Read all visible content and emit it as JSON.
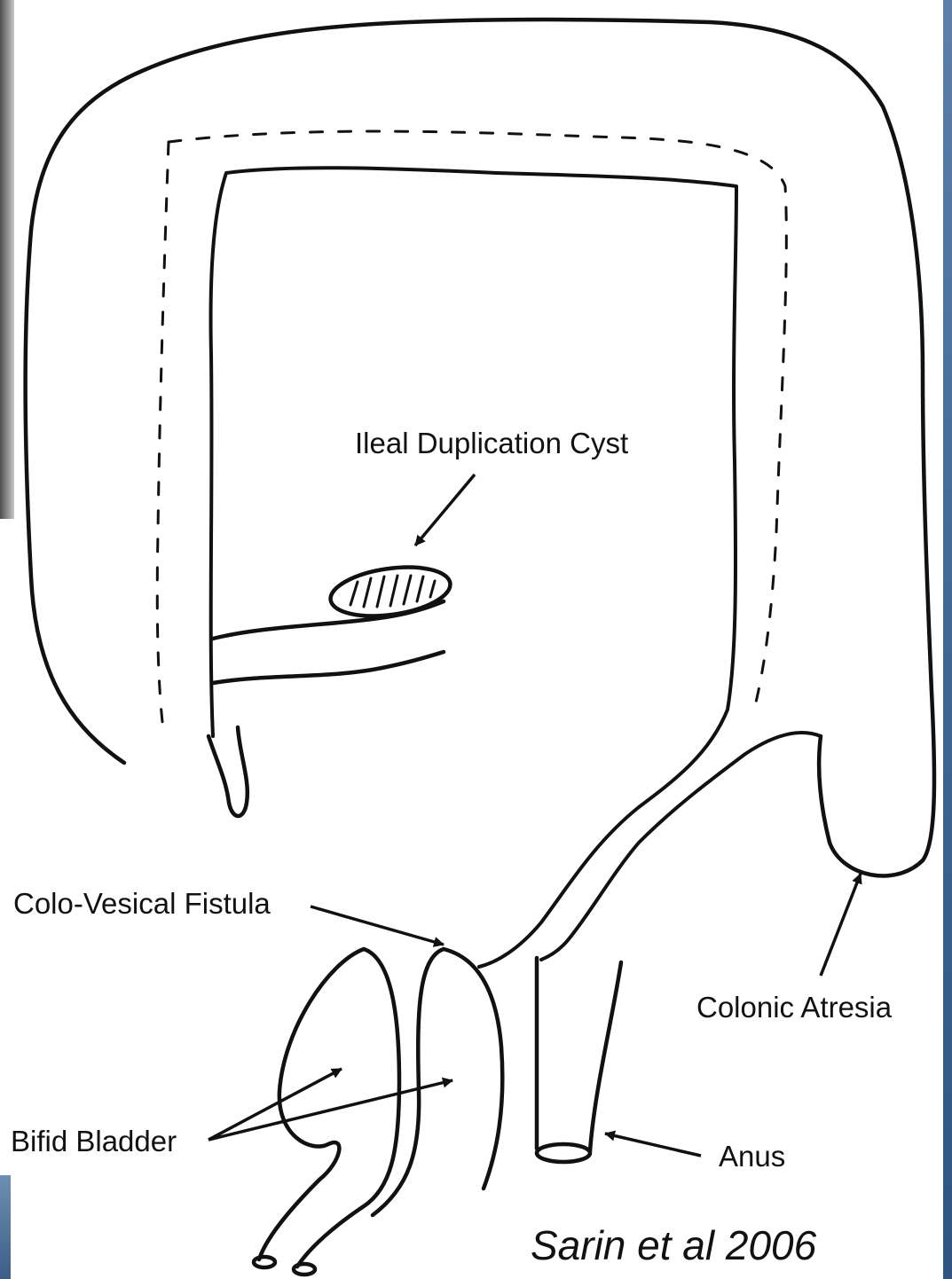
{
  "diagram": {
    "labels": {
      "ileal_duplication_cyst": "Ileal Duplication Cyst",
      "colo_vesical_fistula": "Colo-Vesical Fistula",
      "bifid_bladder": "Bifid Bladder",
      "colonic_atresia": "Colonic Atresia",
      "anus": "Anus"
    },
    "citation": "Sarin et al 2006"
  },
  "colors": {
    "ink": "#111111",
    "background": "#ffffff",
    "edge_blue": "#3f6795",
    "edge_photo": "#7a7a7a"
  }
}
